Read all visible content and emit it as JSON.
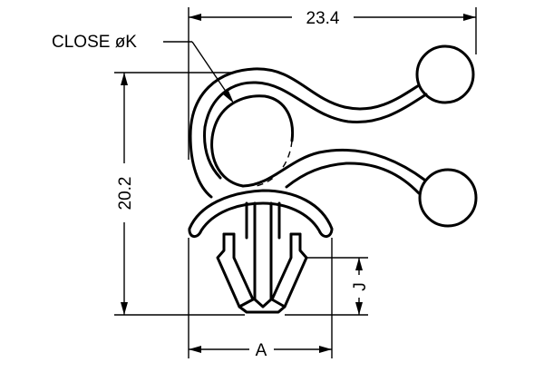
{
  "dimensions": {
    "width": "23.4",
    "height": "20.2",
    "hole": "CLOSE øK",
    "base": "A",
    "tip": "J"
  }
}
